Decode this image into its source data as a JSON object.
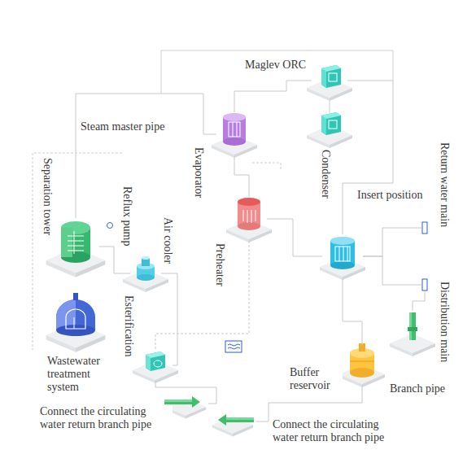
{
  "diagram": {
    "nodes": [
      {
        "text": [
          "Maglev ORC"
        ]
      },
      {
        "text": [
          "Evaporator"
        ]
      },
      {
        "text": [
          "Separation tower"
        ]
      },
      {
        "text": [
          "Reflux pump"
        ]
      },
      {
        "text": [
          "Preheater"
        ]
      },
      {
        "text": [
          "Condenser"
        ]
      },
      {
        "text": [
          "Return water main"
        ]
      },
      {
        "text": [
          "Distribution main"
        ]
      },
      {
        "text": [
          "Esterification"
        ]
      },
      {
        "text": [
          "Wastewater treatment system"
        ]
      },
      {
        "text": [
          "Buffer reservoir"
        ]
      },
      {
        "text": [
          "Branch pipe"
        ]
      },
      {
        "text": [
          "Connect the circulating water return branch pipe"
        ]
      },
      {
        "text": [
          "Connect the circulating water return branch pipe"
        ]
      }
    ],
    "edges": [
      {
        "from": 1,
        "to": 0,
        "arrow": "none"
      },
      {
        "from": 0,
        "to": 5,
        "arrow": "none"
      },
      {
        "from": 2,
        "to": 1,
        "arrow": "none"
      },
      {
        "from": 2,
        "to": 3,
        "arrow": "none"
      },
      {
        "from": 1,
        "to": 4,
        "arrow": "none"
      },
      {
        "from": 4,
        "to": 5,
        "arrow": "none"
      },
      {
        "from": 4,
        "to": 8,
        "arrow": "none"
      },
      {
        "from": 3,
        "to": 8,
        "arrow": "none"
      },
      {
        "from": 5,
        "to": 6,
        "arrow": "none"
      },
      {
        "from": 5,
        "to": 7,
        "arrow": "none"
      },
      {
        "from": 5,
        "to": 10,
        "arrow": "none"
      },
      {
        "from": 7,
        "to": 11,
        "arrow": "none"
      },
      {
        "from": 8,
        "to": 12,
        "arrow": "none"
      },
      {
        "from": 10,
        "to": 13,
        "arrow": "none"
      }
    ],
    "labels": [
      "Steam master pipe",
      "Air cooler",
      "Insert position"
    ]
  }
}
